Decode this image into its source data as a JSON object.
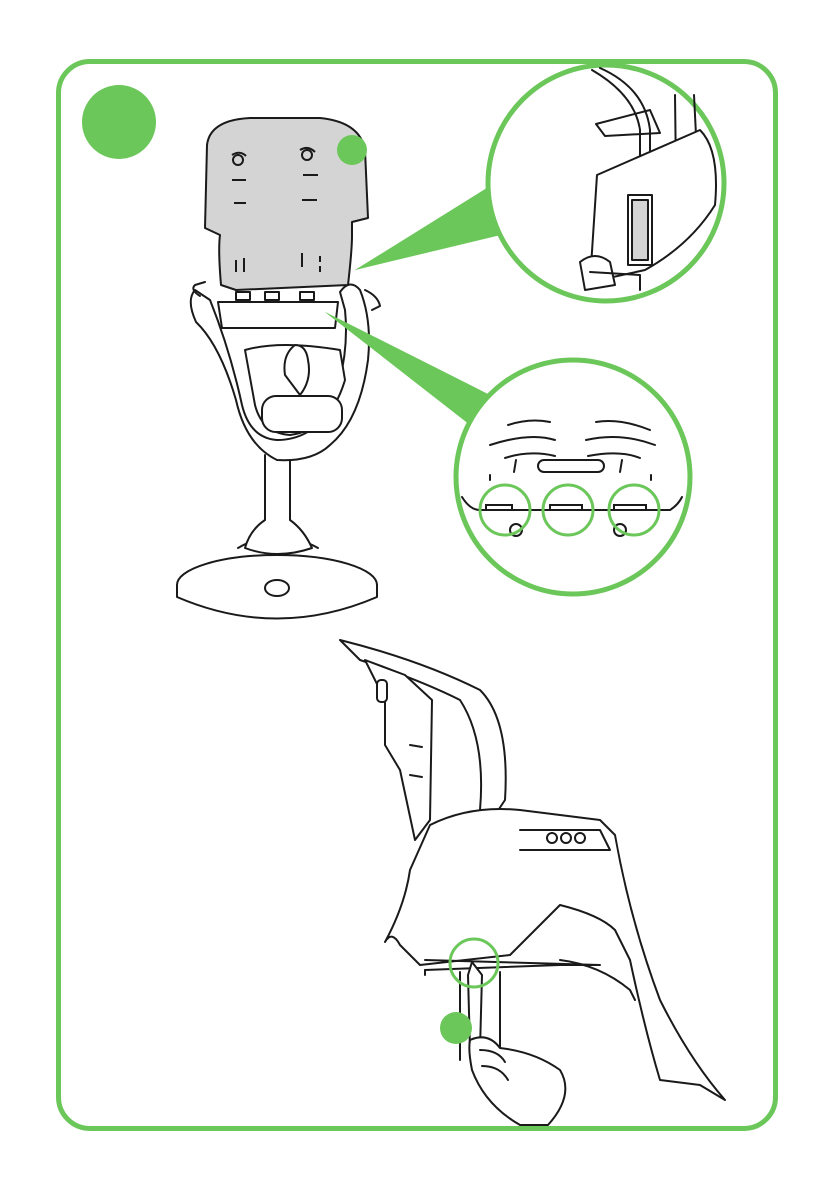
{
  "colors": {
    "accent_green": "#6cc75a",
    "seat_grey": "#d4d4d4",
    "line_black": "#1a1a1a",
    "background": "#ffffff"
  },
  "steps": {
    "main_step_badge": {
      "label": "",
      "icon": "green-circle"
    },
    "seat_pad_badge": {
      "label": "",
      "icon": "green-circle"
    },
    "screw_badge": {
      "label": "",
      "icon": "green-circle"
    }
  },
  "illustrations": [
    {
      "name": "high-chair-with-seat-pad",
      "icon": "high-chair"
    },
    {
      "name": "harness-clip-detail",
      "icon": "magnifier-callout"
    },
    {
      "name": "pad-buckle-detail",
      "icon": "magnifier-callout"
    },
    {
      "name": "seat-underside-screwdriver",
      "icon": "screwdriver-hand"
    }
  ]
}
